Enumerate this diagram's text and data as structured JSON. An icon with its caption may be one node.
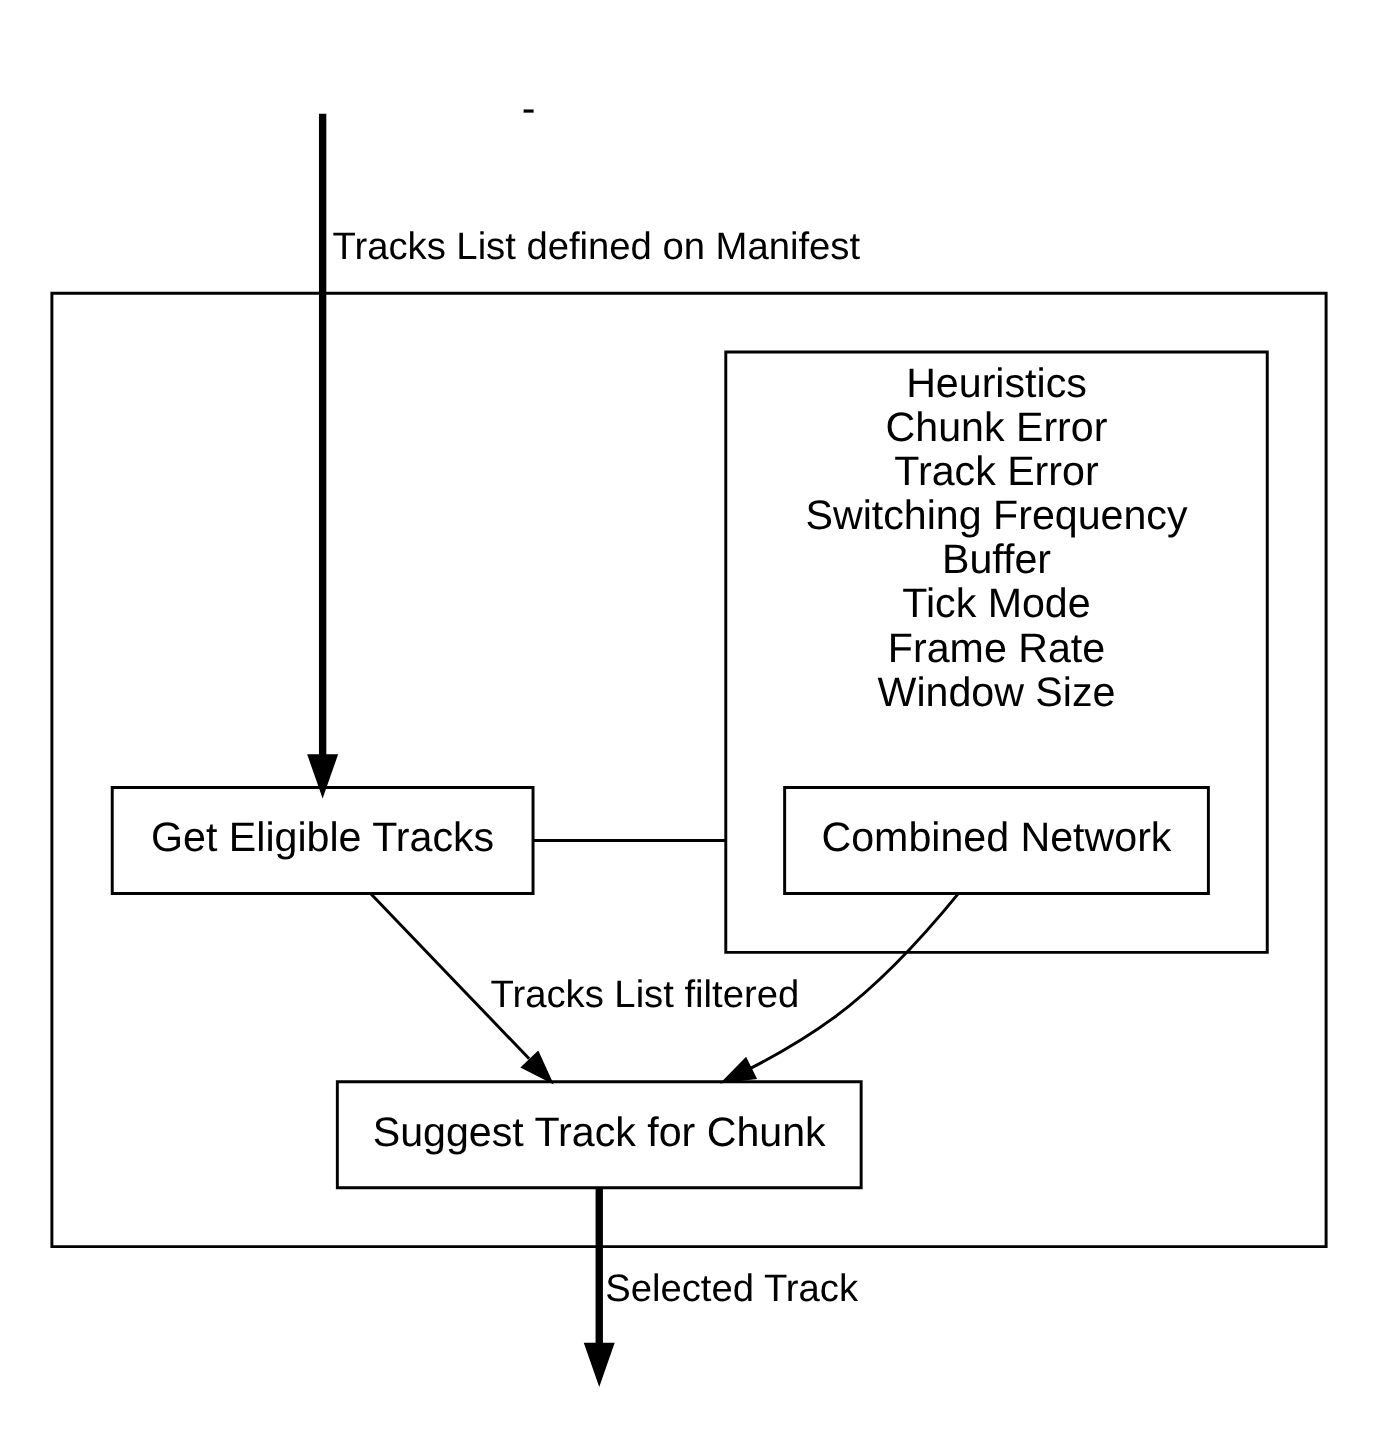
{
  "diagram": {
    "nodes": [
      {
        "text": [],
        "shape": "box"
      },
      {
        "text": [
          "Get Eligible Tracks"
        ],
        "in": 0
      },
      {
        "text": [
          "Heuristics",
          "Chunk Error",
          "Track Error",
          "Switching Frequency",
          "Buffer",
          "Tick Mode",
          "Frame Rate",
          "Window Size"
        ],
        "in": 0
      },
      {
        "text": [
          "Combined Network"
        ],
        "in": 2
      },
      {
        "text": [
          "Suggest Track for Chunk"
        ],
        "in": 0
      }
    ],
    "edges": [
      {
        "from": null,
        "to": 1,
        "arrow": "to",
        "label": "Tracks List defined on Manifest",
        "style": "thick"
      },
      {
        "from": 1,
        "to": 2,
        "arrow": "none"
      },
      {
        "from": 1,
        "to": 4,
        "arrow": "to",
        "label": "Tracks List filtered"
      },
      {
        "from": 3,
        "to": 4,
        "arrow": "to"
      },
      {
        "from": 4,
        "to": null,
        "arrow": "to",
        "label": "Selected Track",
        "style": "thick"
      }
    ],
    "labels": [
      "-"
    ]
  }
}
